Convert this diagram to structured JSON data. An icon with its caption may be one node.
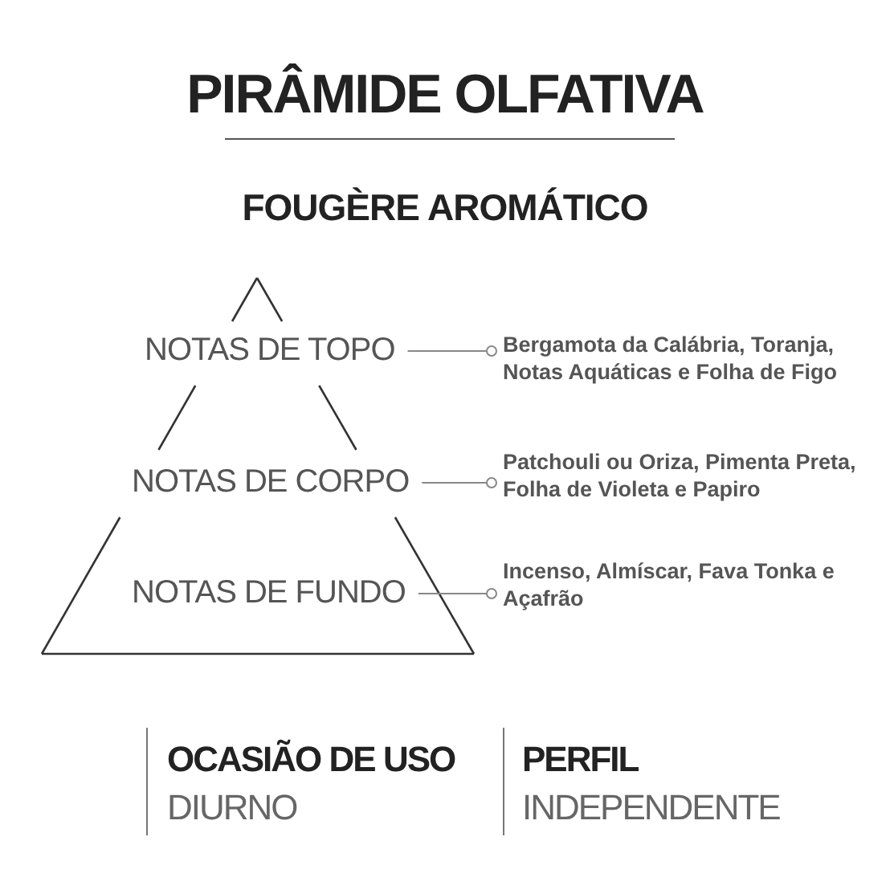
{
  "diagram": {
    "title": "PIRÂMIDE OLFATIVA",
    "nodes": [
      {
        "text": [
          "NOTAS DE TOPO"
        ]
      },
      {
        "text": [
          "Bergamota da Calábria, Toranja, Notas Aquáticas e Folha de Figo"
        ]
      },
      {
        "text": [
          "NOTAS DE CORPO"
        ]
      },
      {
        "text": [
          "Patchouli ou Oriza, Pimenta Preta, Folha de Violeta e Papiro"
        ]
      },
      {
        "text": [
          "NOTAS DE FUNDO"
        ]
      },
      {
        "text": [
          "Incenso, Almíscar, Fava Tonka e Açafrão"
        ]
      }
    ],
    "edges": [
      {
        "from": 0,
        "to": 1,
        "arrow": "other"
      },
      {
        "from": 2,
        "to": 3,
        "arrow": "other"
      },
      {
        "from": 4,
        "to": 5,
        "arrow": "other"
      }
    ],
    "labels": [
      "FOUGÈRE AROMÁTICO",
      "OCASIÃO DE USO",
      "DIURNO",
      "PERFIL",
      "INDEPENDENTE"
    ]
  }
}
